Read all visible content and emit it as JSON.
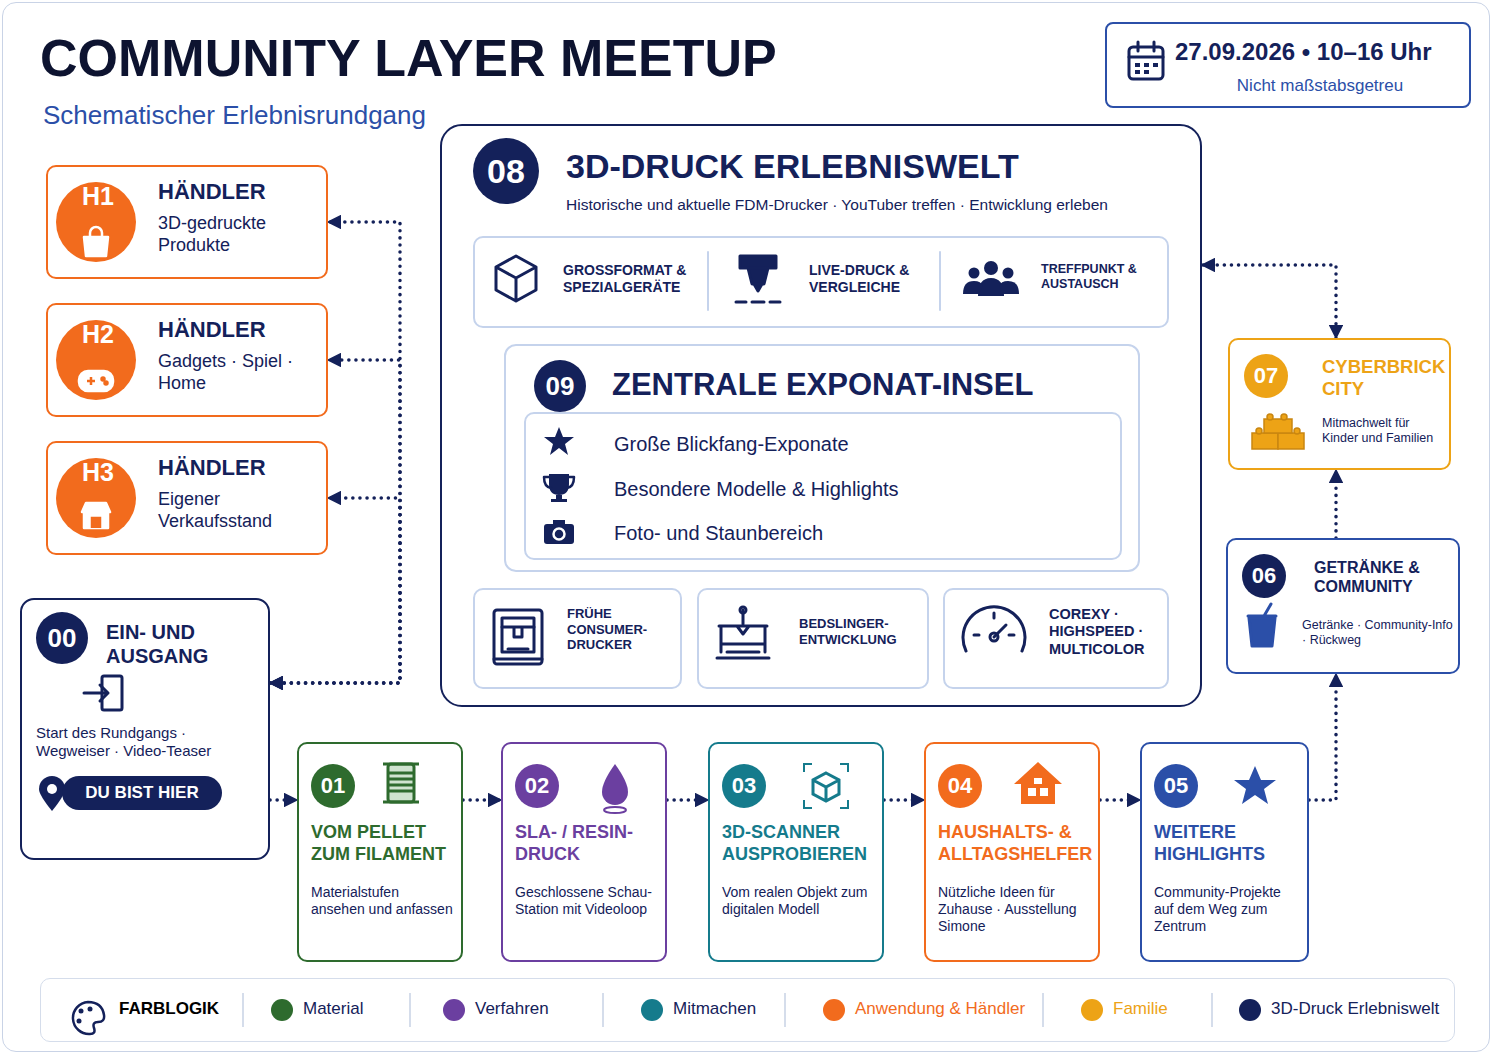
{
  "diagram": {
    "title": "COMMUNITY LAYER MEETUP",
    "caption": "Schematischer Erlebnisrundgang",
    "nodes": [
      {
        "text": [
          "27.09.2026 • 10–16 Uhr",
          "Nicht maßstabsgetreu"
        ]
      },
      {
        "text": [
          "H1",
          "HÄNDLER",
          "3D-gedruckte Produkte"
        ]
      },
      {
        "text": [
          "H2",
          "HÄNDLER",
          "Gadgets · Spiel · Home"
        ]
      },
      {
        "text": [
          "H3",
          "HÄNDLER",
          "Eigener Verkaufsstand"
        ]
      },
      {
        "text": [
          "08",
          "3D-DRUCK ERLEBNISWELT",
          "Historische und aktuelle FDM-Drucker · YouTuber treffen · Entwicklung erleben"
        ]
      },
      {
        "text": [
          "GROSSFORMAT & SPEZIALGERÄTE",
          "LIVE-DRUCK & VERGLEICHE",
          "TREFFPUNKT & AUSTAUSCH"
        ],
        "in": 4
      },
      {
        "text": [
          "09",
          "ZENTRALE EXPONAT-INSEL"
        ],
        "in": 4
      },
      {
        "text": [
          "Große Blickfang-Exponate",
          "Besondere Modelle & Highlights",
          "Foto- und Staunbereich"
        ],
        "in": 6
      },
      {
        "text": [
          "FRÜHE CONSUMER-DRUCKER"
        ],
        "in": 4
      },
      {
        "text": [
          "BEDSLINGER-ENTWICKLUNG"
        ],
        "in": 4
      },
      {
        "text": [
          "COREXY · HIGHSPEED · MULTICOLOR"
        ],
        "in": 4
      },
      {
        "text": [
          "07",
          "CYBERBRICK CITY",
          "Mitmachwelt für Kinder und Familien"
        ]
      },
      {
        "text": [
          "06",
          "GETRÄNKE & COMMUNITY",
          "Getränke · Community-Info · Rückweg"
        ]
      },
      {
        "text": [
          "00",
          "EIN- UND AUSGANG",
          "Start des Rundgangs · Wegweiser · Video-Teaser"
        ]
      },
      {
        "text": [
          "DU BIST HIER"
        ],
        "in": 13
      },
      {
        "text": [
          "01",
          "VOM PELLET ZUM FILAMENT",
          "Materialstufen ansehen und anfassen"
        ]
      },
      {
        "text": [
          "02",
          "SLA- / RESIN-DRUCK",
          "Geschlossene Schau-Station mit Videoloop"
        ]
      },
      {
        "text": [
          "03",
          "3D-SCANNER AUSPROBIEREN",
          "Vom realen Objekt zum digitalen Modell"
        ]
      },
      {
        "text": [
          "04",
          "HAUSHALTS- & ALLTAGSHELFER",
          "Nützliche Ideen für Zuhause · Ausstellung Simone"
        ]
      },
      {
        "text": [
          "05",
          "WEITERE HIGHLIGHTS",
          "Community-Projekte auf dem Weg zum Zentrum"
        ]
      }
    ],
    "edges": [
      {
        "from": 13,
        "to": 1,
        "arrow": "both"
      },
      {
        "from": 13,
        "to": 2,
        "arrow": "both"
      },
      {
        "from": 13,
        "to": 3,
        "arrow": "both"
      },
      {
        "from": 13,
        "to": 15,
        "arrow": "to"
      },
      {
        "from": 15,
        "to": 16,
        "arrow": "to"
      },
      {
        "from": 16,
        "to": 17,
        "arrow": "to"
      },
      {
        "from": 17,
        "to": 18,
        "arrow": "to"
      },
      {
        "from": 18,
        "to": 19,
        "arrow": "to"
      },
      {
        "from": 19,
        "to": 12,
        "arrow": "to"
      },
      {
        "from": 12,
        "to": 11,
        "arrow": "to"
      },
      {
        "from": 11,
        "to": 4,
        "arrow": "both"
      }
    ],
    "labels": [
      "FARBLOGIK"
    ],
    "legend": [
      {
        "text": "Material",
        "color": "#2e6b2e"
      },
      {
        "text": "Verfahren",
        "color": "#6b3fa0"
      },
      {
        "text": "Mitmachen",
        "color": "#157b8c"
      },
      {
        "text": "Anwendung & Händler",
        "color": "#f26b1d"
      },
      {
        "text": "Familie",
        "color": "#eda316"
      },
      {
        "text": "3D-Druck Erlebniswelt",
        "color": "#14215a"
      }
    ]
  }
}
